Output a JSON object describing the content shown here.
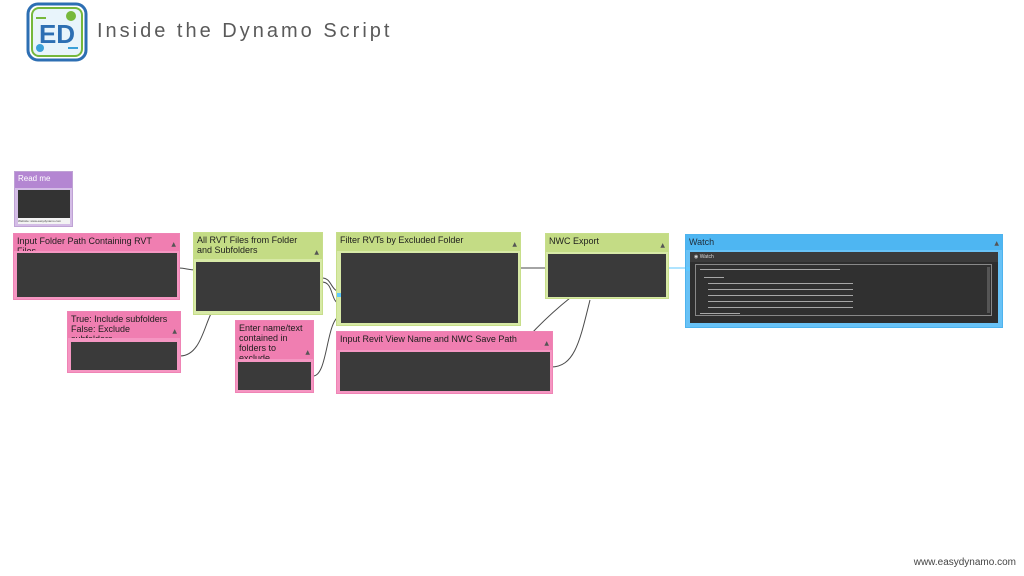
{
  "header": {
    "title": "Inside the Dynamo Script",
    "logo_text": "ED",
    "website": "www.easydynamo.com"
  },
  "groups": {
    "readme": {
      "title": "Read me",
      "caption": "Website: www.easydynamo.com"
    },
    "input_folder": {
      "title": "Input Folder Path Containing RVT Files"
    },
    "subfolders_toggle": {
      "title_line1": "True: Include subfolders",
      "title_line2": "False: Exclude subfolders"
    },
    "all_rvt": {
      "title": "All RVT Files from Folder and Subfolders"
    },
    "exclude_text": {
      "title": "Enter name/text contained in folders to exclude"
    },
    "filter_rvts": {
      "title": "Filter RVTs by Excluded Folder"
    },
    "view_name": {
      "title": "Input Revit View Name and NWC Save Path"
    },
    "nwc_export": {
      "title": "NWC Export"
    },
    "watch": {
      "title": "Watch",
      "panel_label": "Watch"
    }
  },
  "colors": {
    "input_group": "#f596c2",
    "process_group": "#d7e9a6",
    "note_group": "#d4bde6",
    "output_group": "#68c2f6",
    "node_body": "#3a3a3a",
    "wire": "#4a4a4a"
  },
  "icons": {
    "collapse": "caret-up-icon",
    "watch_eye": "eye-icon"
  }
}
